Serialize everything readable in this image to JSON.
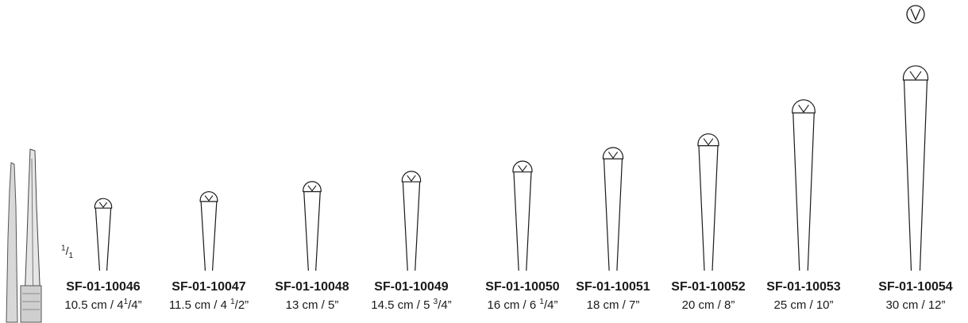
{
  "scale_note": {
    "num": "1",
    "den": "1"
  },
  "products": [
    {
      "code": "SF-01-10046",
      "size_main": "10.5 cm / 4",
      "size_frac": "1/4",
      "size_end": "”",
      "length_cm": 10.5
    },
    {
      "code": "SF-01-10047",
      "size_main": "11.5 cm / 4 ",
      "size_frac": "1/2",
      "size_end": "”",
      "length_cm": 11.5
    },
    {
      "code": "SF-01-10048",
      "size_main": "13 cm / 5”",
      "size_frac": "",
      "size_end": "",
      "length_cm": 13
    },
    {
      "code": "SF-01-10049",
      "size_main": "14.5 cm / 5 ",
      "size_frac": "3/4",
      "size_end": "”",
      "length_cm": 14.5
    },
    {
      "code": "SF-01-10050",
      "size_main": "16 cm / 6 ",
      "size_frac": "1/4",
      "size_end": "”",
      "length_cm": 16
    },
    {
      "code": "SF-01-10051",
      "size_main": "18 cm / 7”",
      "size_frac": "",
      "size_end": "",
      "length_cm": 18
    },
    {
      "code": "SF-01-10052",
      "size_main": "20 cm / 8”",
      "size_frac": "",
      "size_end": "",
      "length_cm": 20
    },
    {
      "code": "SF-01-10053",
      "size_main": "25 cm / 10”",
      "size_frac": "",
      "size_end": "",
      "length_cm": 25
    },
    {
      "code": "SF-01-10054",
      "size_main": "30 cm / 12”",
      "size_frac": "",
      "size_end": "",
      "length_cm": 30
    }
  ],
  "tip_detail_icon": "v-circle-icon",
  "colors": {
    "line": "#1a1a1a",
    "background": "#ffffff"
  }
}
